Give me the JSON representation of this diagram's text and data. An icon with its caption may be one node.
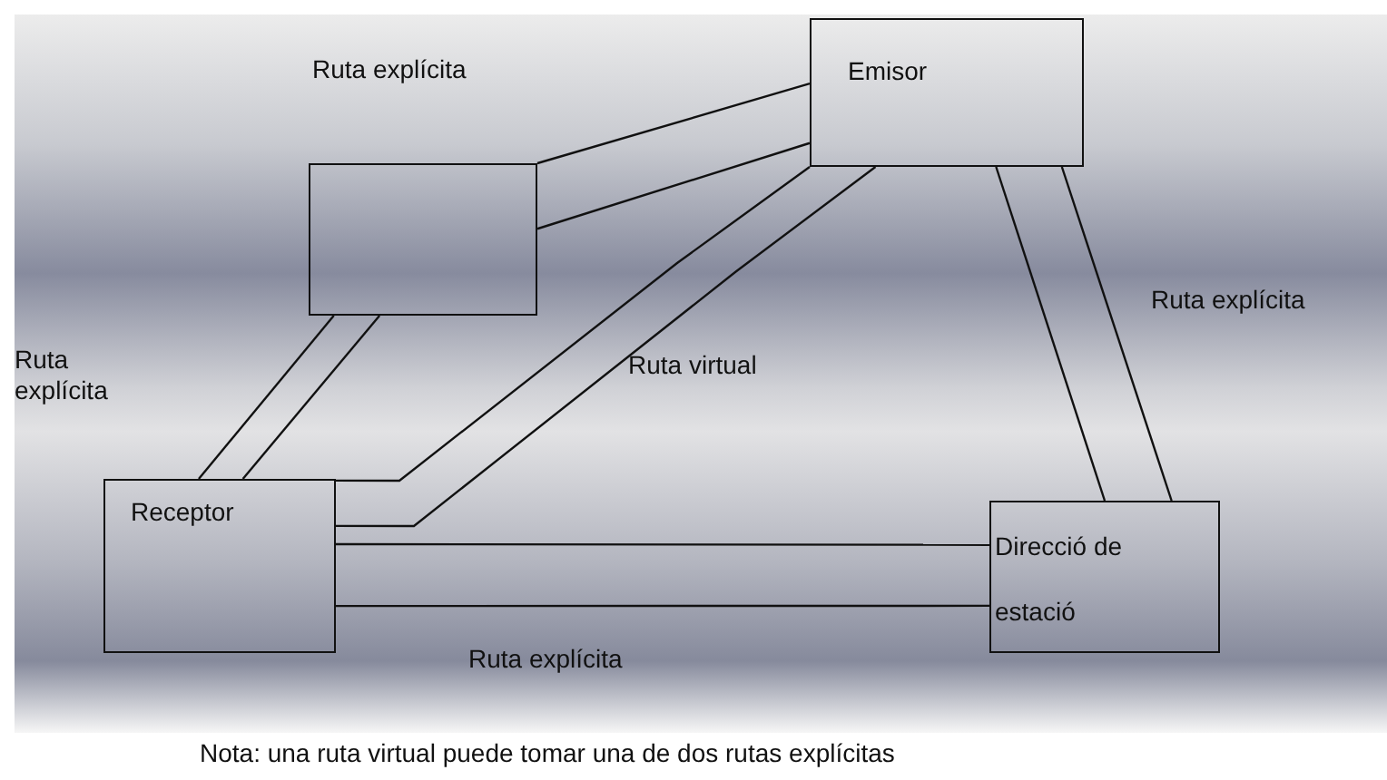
{
  "diagram": {
    "nodes": [
      {
        "text": [
          "Emisor"
        ]
      },
      {
        "text": [],
        "shape": "box"
      },
      {
        "text": [
          "Receptor"
        ]
      },
      {
        "text": [
          "Direcció de estació"
        ]
      }
    ],
    "edges": [
      {
        "from": 1,
        "to": 0,
        "arrow": "none"
      },
      {
        "from": 1,
        "to": 0,
        "arrow": "none"
      },
      {
        "from": 1,
        "to": 2,
        "arrow": "none"
      },
      {
        "from": 1,
        "to": 2,
        "arrow": "none"
      },
      {
        "from": 2,
        "to": 0,
        "arrow": "none"
      },
      {
        "from": 2,
        "to": 0,
        "arrow": "none"
      },
      {
        "from": 0,
        "to": 3,
        "arrow": "none"
      },
      {
        "from": 0,
        "to": 3,
        "arrow": "none"
      },
      {
        "from": 2,
        "to": 3,
        "arrow": "none"
      },
      {
        "from": 2,
        "to": 3,
        "arrow": "none"
      }
    ],
    "labels": [
      "Ruta explícita",
      "Ruta explícita",
      "Ruta explícita",
      "Ruta virtual",
      "Ruta explícita",
      "Nota: una ruta virtual puede tomar una de dos rutas explícitas"
    ]
  }
}
